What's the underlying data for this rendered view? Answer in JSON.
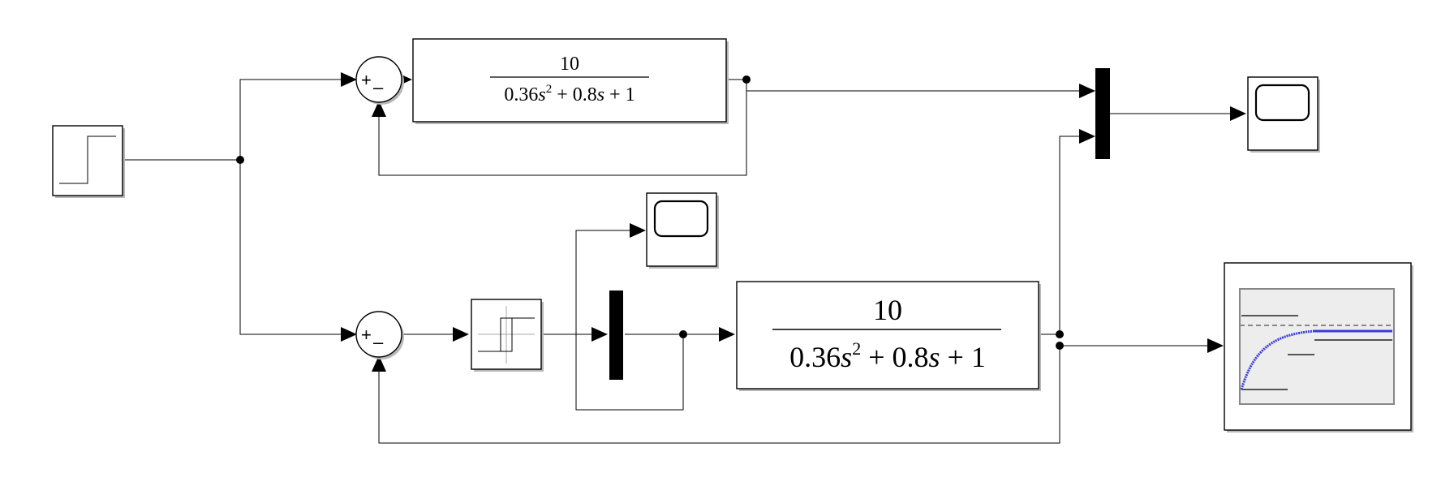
{
  "blocks": {
    "sum_top": {
      "plus": "+",
      "minus": "–"
    },
    "sum_bottom": {
      "plus": "+",
      "minus": "–"
    },
    "tf_top": {
      "numerator": "10",
      "denominator": [
        "0.36",
        "s",
        "2",
        " + 0.8",
        "s",
        " + 1"
      ]
    },
    "tf_bottom": {
      "numerator": "10",
      "denominator": [
        "0.36",
        "s",
        "2",
        " + 0.8",
        "s",
        " + 1"
      ]
    }
  },
  "icons": {
    "step": "step-source-icon",
    "relay": "relay-hysteresis-icon",
    "scope": "scope-icon",
    "dashboard_scope": "dashboard-scope-icon"
  },
  "colors": {
    "wire": "#000000",
    "plot_line": "#3a3adf",
    "plot_bg": "#ededed",
    "shadow": "#b8b8b8"
  }
}
